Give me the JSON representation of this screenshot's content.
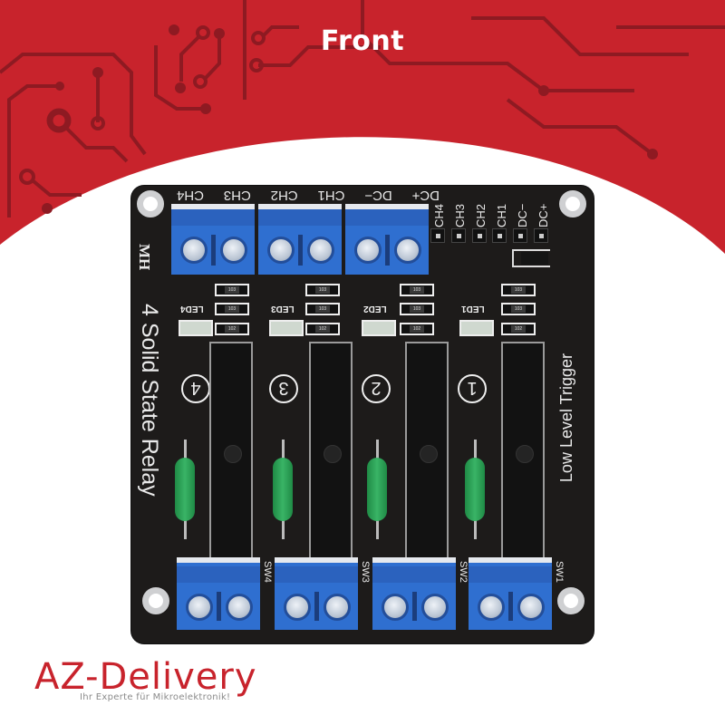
{
  "page": {
    "title": "Front",
    "colors": {
      "brand_red": "#c8232c",
      "trace_red": "#8e1a22",
      "board": "#1d1b1a",
      "terminal_blue": "#2f6fd0",
      "fuse_green": "#2fa65a"
    }
  },
  "board": {
    "module_name": "4 Solid State Relay",
    "maker_mark": "MH",
    "trigger_label": "Low Level Trigger",
    "top_terminal_labels": [
      "CH4",
      "CH3",
      "CH2",
      "CH1",
      "DC−",
      "DC+"
    ],
    "header_pin_labels": [
      "CH4",
      "CH3",
      "CH2",
      "CH1",
      "DC−",
      "DC+"
    ],
    "channel_numbers": [
      "4",
      "3",
      "2",
      "1"
    ],
    "led_labels": [
      "LED4",
      "LED3",
      "LED2",
      "LED1"
    ],
    "switch_labels": [
      "SW4",
      "SW3",
      "SW2",
      "SW1"
    ],
    "resistor_codes": [
      "103",
      "103",
      "102"
    ]
  },
  "brand": {
    "logo_text": "AZ-Delivery",
    "tagline": "Ihr Experte für Mikroelektronik!"
  }
}
